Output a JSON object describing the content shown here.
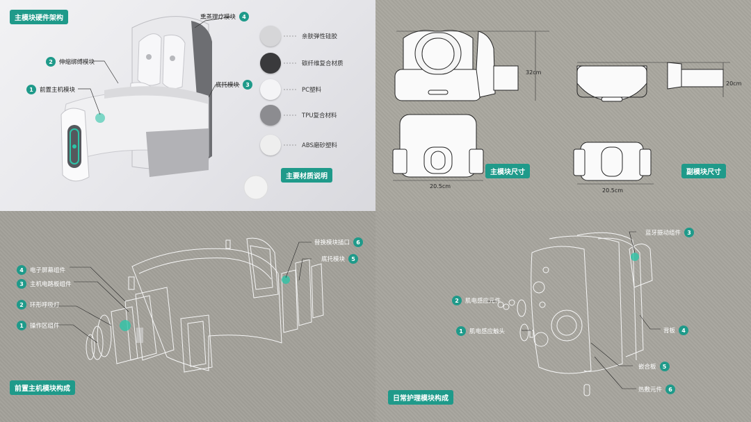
{
  "panels": {
    "hardware": {
      "title": "主模块硬件架构",
      "callouts": [
        {
          "num": "1",
          "label": "前置主机模块"
        },
        {
          "num": "2",
          "label": "伸缩绑缚模块"
        },
        {
          "num": "3",
          "label": "底托模块"
        },
        {
          "num": "4",
          "label": "熏蒸理疗模块"
        }
      ],
      "materials_title": "主要材质说明",
      "materials": [
        {
          "label": "亲肤弹性硅胶",
          "color": "#d6d6d8"
        },
        {
          "label": "碳纤维复合材质",
          "color": "#3a3a3c"
        },
        {
          "label": "PC塑料",
          "color": "#f4f4f6"
        },
        {
          "label": "TPU复合材料",
          "color": "#8c8c90"
        },
        {
          "label": "ABS磨砂塑料",
          "color": "#eeeeee"
        }
      ]
    },
    "dimensions": {
      "main_title": "主模块尺寸",
      "sub_title": "副模块尺寸",
      "main_height": "32cm",
      "main_width": "20.5cm",
      "sub_height": "20cm",
      "sub_width": "20.5cm"
    },
    "front_host": {
      "title": "前置主机模块构成",
      "callouts": [
        {
          "num": "1",
          "label": "操作区组件"
        },
        {
          "num": "2",
          "label": "环形呼吸灯"
        },
        {
          "num": "3",
          "label": "主机电路板组件"
        },
        {
          "num": "4",
          "label": "电子屏幕组件"
        },
        {
          "num": "5",
          "label": "底托模块"
        },
        {
          "num": "6",
          "label": "替换模块插口"
        }
      ]
    },
    "daily_care": {
      "title": "日常护理模块构成",
      "callouts": [
        {
          "num": "1",
          "label": "肌电感应触头"
        },
        {
          "num": "2",
          "label": "肌电感应元件"
        },
        {
          "num": "3",
          "label": "蓝牙振动组件"
        },
        {
          "num": "4",
          "label": "背板"
        },
        {
          "num": "5",
          "label": "嵌合板"
        },
        {
          "num": "6",
          "label": "热敷元件"
        }
      ]
    }
  }
}
